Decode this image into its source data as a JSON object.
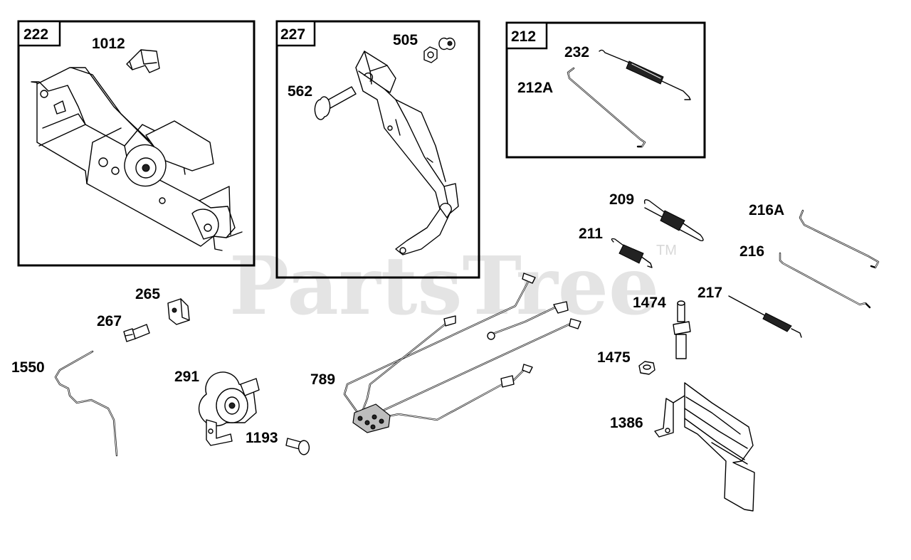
{
  "watermark": {
    "text": "PartsTree",
    "trademark": "TM"
  },
  "groups": [
    {
      "id": "222",
      "parts": [
        "1012"
      ]
    },
    {
      "id": "227",
      "parts": [
        "505",
        "562"
      ]
    },
    {
      "id": "212",
      "parts": [
        "232",
        "212A"
      ]
    }
  ],
  "callouts": {
    "p1012": "1012",
    "p505": "505",
    "p562": "562",
    "p232": "232",
    "p212A": "212A",
    "p209": "209",
    "p211": "211",
    "p216A": "216A",
    "p216": "216",
    "p217": "217",
    "p1474": "1474",
    "p1475": "1475",
    "p1386": "1386",
    "p265": "265",
    "p267": "267",
    "p1550": "1550",
    "p291": "291",
    "p1193": "1193",
    "p789": "789"
  }
}
